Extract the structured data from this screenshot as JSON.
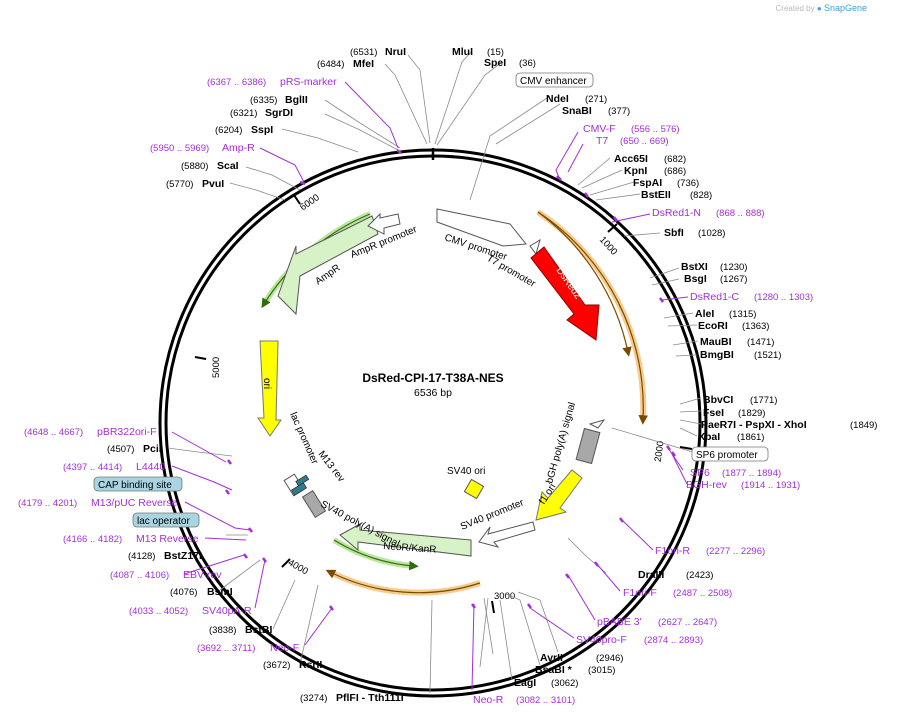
{
  "credit": {
    "prefix": "Created by",
    "brand": "SnapGene"
  },
  "plasmid": {
    "name": "DsRed-CPI-17-T38A-NES",
    "length": "6536 bp"
  },
  "ticks": [
    "1000",
    "2000",
    "3000",
    "4000",
    "5000",
    "6000"
  ],
  "sites": [
    {
      "name": "NruI",
      "pos": "(6531)"
    },
    {
      "name": "MluI",
      "pos": "(15)"
    },
    {
      "name": "MfeI",
      "pos": "(6484)"
    },
    {
      "name": "SpeI",
      "pos": "(36)"
    },
    {
      "name": "BglII",
      "pos": "(6335)"
    },
    {
      "name": "NdeI",
      "pos": "(271)"
    },
    {
      "name": "SgrDI",
      "pos": "(6321)"
    },
    {
      "name": "SnaBI",
      "pos": "(377)"
    },
    {
      "name": "SspI",
      "pos": "(6204)"
    },
    {
      "name": "Acc65I",
      "pos": "(682)"
    },
    {
      "name": "KpnI",
      "pos": "(686)"
    },
    {
      "name": "ScaI",
      "pos": "(5880)"
    },
    {
      "name": "FspAI",
      "pos": "(736)"
    },
    {
      "name": "PvuI",
      "pos": "(5770)"
    },
    {
      "name": "BstEII",
      "pos": "(828)"
    },
    {
      "name": "SbfI",
      "pos": "(1028)"
    },
    {
      "name": "BstXI",
      "pos": "(1230)"
    },
    {
      "name": "BsgI",
      "pos": "(1267)"
    },
    {
      "name": "AleI",
      "pos": "(1315)"
    },
    {
      "name": "EcoRI",
      "pos": "(1363)"
    },
    {
      "name": "MauBI",
      "pos": "(1471)"
    },
    {
      "name": "BmgBI",
      "pos": "(1521)"
    },
    {
      "name": "BbvCI",
      "pos": "(1771)"
    },
    {
      "name": "FseI",
      "pos": "(1829)"
    },
    {
      "name": "PaeR7I - PspXI - XhoI",
      "pos": "(1849)"
    },
    {
      "name": "XbaI",
      "pos": "(1861)"
    },
    {
      "name": "PciI",
      "pos": "(4507)"
    },
    {
      "name": "BstZ17I",
      "pos": "(4128)"
    },
    {
      "name": "DraIII",
      "pos": "(2423)"
    },
    {
      "name": "BsmI",
      "pos": "(4076)"
    },
    {
      "name": "BstBI",
      "pos": "(3838)"
    },
    {
      "name": "AvrII",
      "pos": "(2946)"
    },
    {
      "name": "BsaBI *",
      "pos": "(3015)"
    },
    {
      "name": "RsrII",
      "pos": "(3672)"
    },
    {
      "name": "EagI",
      "pos": "(3062)"
    },
    {
      "name": "PflFI - Tth111I",
      "pos": "(3274)"
    }
  ],
  "primers": [
    {
      "name": "pRS-marker",
      "pos": "(6367 .. 6386)"
    },
    {
      "name": "CMV-F",
      "pos": "(556 .. 576)"
    },
    {
      "name": "T7",
      "pos": "(650 .. 669)"
    },
    {
      "name": "Amp-R",
      "pos": "(5950 .. 5969)"
    },
    {
      "name": "DsRed1-N",
      "pos": "(868 .. 888)"
    },
    {
      "name": "DsRed1-C",
      "pos": "(1280 .. 1303)"
    },
    {
      "name": "pBR322ori-F",
      "pos": "(4648 .. 4667)"
    },
    {
      "name": "L4440",
      "pos": "(4397 .. 4414)"
    },
    {
      "name": "SP6",
      "pos": "(1877 .. 1894)"
    },
    {
      "name": "BGH-rev",
      "pos": "(1914 .. 1931)"
    },
    {
      "name": "M13/pUC Reverse",
      "pos": "(4179 .. 4201)"
    },
    {
      "name": "M13 Reverse",
      "pos": "(4166 .. 4182)"
    },
    {
      "name": "F1ori-R",
      "pos": "(2277 .. 2296)"
    },
    {
      "name": "EBV-rev",
      "pos": "(4087 .. 4106)"
    },
    {
      "name": "F1ori-F",
      "pos": "(2487 .. 2508)"
    },
    {
      "name": "SV40pA-R",
      "pos": "(4033 .. 4052)"
    },
    {
      "name": "pBABE 3'",
      "pos": "(2627 .. 2647)"
    },
    {
      "name": "SV40pro-F",
      "pos": "(2874 .. 2893)"
    },
    {
      "name": "Neo-F",
      "pos": "(3692 .. 3711)"
    },
    {
      "name": "Neo-R",
      "pos": "(3082 .. 3101)"
    }
  ],
  "boxed": {
    "cmv_enhancer": "CMV enhancer",
    "sp6_promoter": "SP6 promoter",
    "cap_binding_site": "CAP binding site",
    "lac_operator": "lac operator"
  },
  "features": {
    "cmv_promoter": "CMV promoter",
    "t7_promoter": "T7 promoter",
    "dsred2": "DsRed2",
    "ampr": "AmpR",
    "ampr_promoter": "AmpR promoter",
    "ori": "ori",
    "lac_promoter": "lac promoter",
    "m13_rev": "M13 rev",
    "sv40_polya": "SV40 poly(A) signal",
    "neor_kanr": "NeoR/KanR",
    "sv40_promoter": "SV40 promoter",
    "f1_ori": "f1 ori",
    "bgh_polya": "bGH poly(A) signal",
    "sv40_ori": "SV40 ori"
  },
  "colors": {
    "primer": "#a22fd6",
    "dsred": "#ff0000",
    "orf_outline": "#f0a030",
    "ampr_fill": "#d8f2c8",
    "ori_fill": "#ffff00",
    "grey_feature": "#a8a8a8",
    "boxed_blue": "#a9d4e2"
  },
  "icons": [
    "snapgene-logo-icon"
  ]
}
